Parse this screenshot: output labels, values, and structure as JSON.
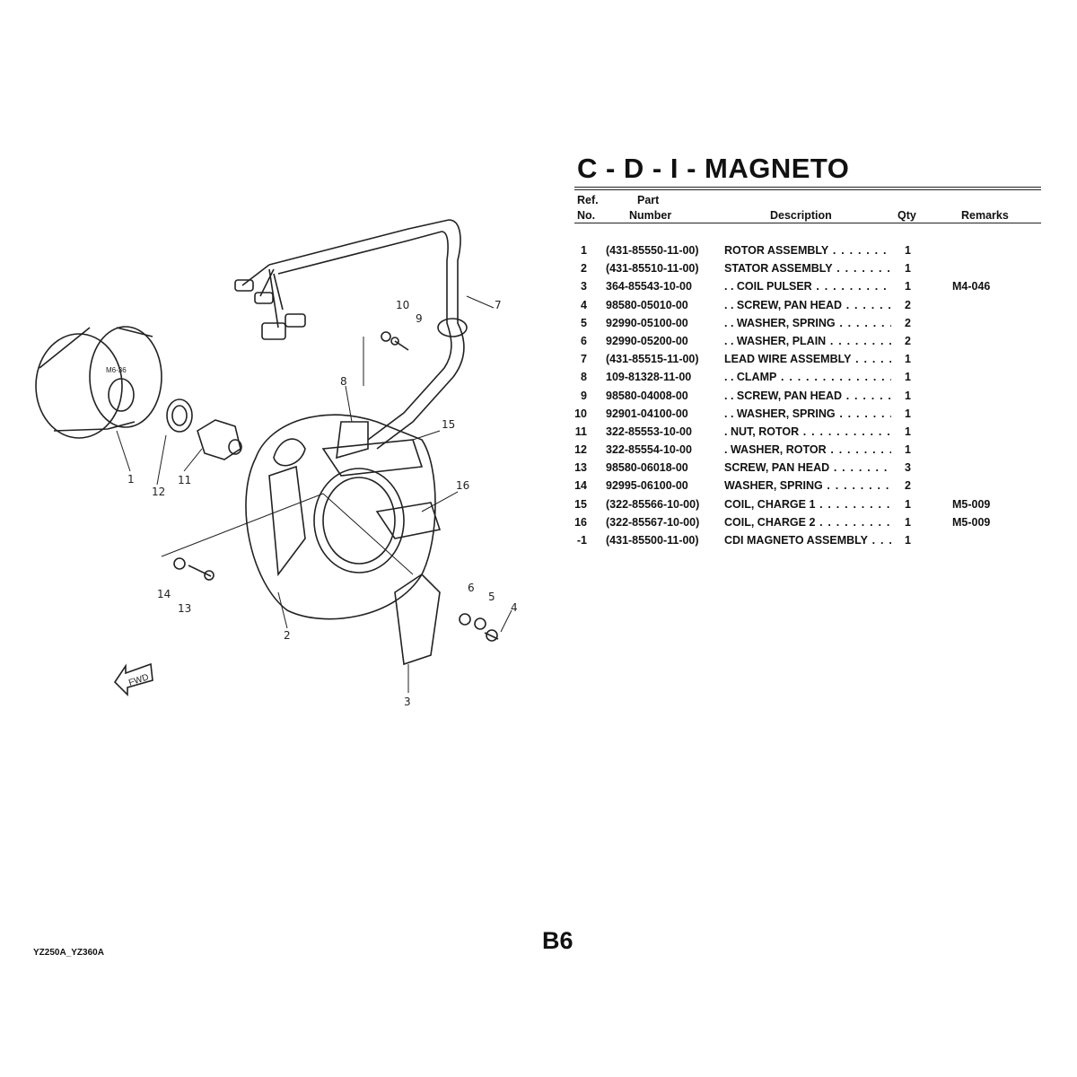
{
  "title": "C - D - I - MAGNETO",
  "headers": {
    "ref_top": "Ref.",
    "ref_bottom": "No.",
    "part_top": "Part",
    "part_bottom": "Number",
    "description": "Description",
    "qty": "Qty",
    "remarks": "Remarks"
  },
  "parts": [
    {
      "ref": "1",
      "part": "(431-85550-11-00)",
      "description": "ROTOR ASSEMBLY",
      "qty": "1",
      "remarks": ""
    },
    {
      "ref": "2",
      "part": "(431-85510-11-00)",
      "description": "STATOR ASSEMBLY",
      "qty": "1",
      "remarks": ""
    },
    {
      "ref": "3",
      "part": "364-85543-10-00",
      "description": ". . COIL PULSER",
      "qty": "1",
      "remarks": "M4-046"
    },
    {
      "ref": "4",
      "part": "98580-05010-00",
      "description": ". . SCREW, PAN HEAD",
      "qty": "2",
      "remarks": ""
    },
    {
      "ref": "5",
      "part": "92990-05100-00",
      "description": ". . WASHER, SPRING",
      "qty": "2",
      "remarks": ""
    },
    {
      "ref": "6",
      "part": "92990-05200-00",
      "description": ". . WASHER, PLAIN",
      "qty": "2",
      "remarks": ""
    },
    {
      "ref": "7",
      "part": "(431-85515-11-00)",
      "description": "LEAD WIRE ASSEMBLY",
      "qty": "1",
      "remarks": ""
    },
    {
      "ref": "8",
      "part": "109-81328-11-00",
      "description": ". . CLAMP",
      "qty": "1",
      "remarks": ""
    },
    {
      "ref": "9",
      "part": "98580-04008-00",
      "description": ". . SCREW, PAN HEAD",
      "qty": "1",
      "remarks": ""
    },
    {
      "ref": "10",
      "part": "92901-04100-00",
      "description": ". . WASHER, SPRING",
      "qty": "1",
      "remarks": ""
    },
    {
      "ref": "11",
      "part": "322-85553-10-00",
      "description": ". NUT, ROTOR",
      "qty": "1",
      "remarks": ""
    },
    {
      "ref": "12",
      "part": "322-85554-10-00",
      "description": ". WASHER, ROTOR",
      "qty": "1",
      "remarks": ""
    },
    {
      "ref": "13",
      "part": "98580-06018-00",
      "description": "SCREW, PAN HEAD",
      "qty": "3",
      "remarks": ""
    },
    {
      "ref": "14",
      "part": "92995-06100-00",
      "description": "WASHER, SPRING",
      "qty": "2",
      "remarks": ""
    },
    {
      "ref": "15",
      "part": "(322-85566-10-00)",
      "description": "COIL, CHARGE 1",
      "qty": "1",
      "remarks": "M5-009"
    },
    {
      "ref": "16",
      "part": "(322-85567-10-00)",
      "description": "COIL, CHARGE 2",
      "qty": "1",
      "remarks": "M5-009"
    },
    {
      "ref": "-1",
      "part": "(431-85500-11-00)",
      "description": "CDI MAGNETO ASSEMBLY",
      "qty": "1",
      "remarks": ""
    }
  ],
  "diagram": {
    "callouts": [
      "1",
      "2",
      "3",
      "4",
      "5",
      "6",
      "7",
      "8",
      "9",
      "10",
      "11",
      "12",
      "13",
      "14",
      "15",
      "16"
    ],
    "fwd_label": "FWD",
    "rotor_marking": "M6-36"
  },
  "footer": {
    "model": "YZ250A_YZ360A",
    "page": "B6"
  }
}
